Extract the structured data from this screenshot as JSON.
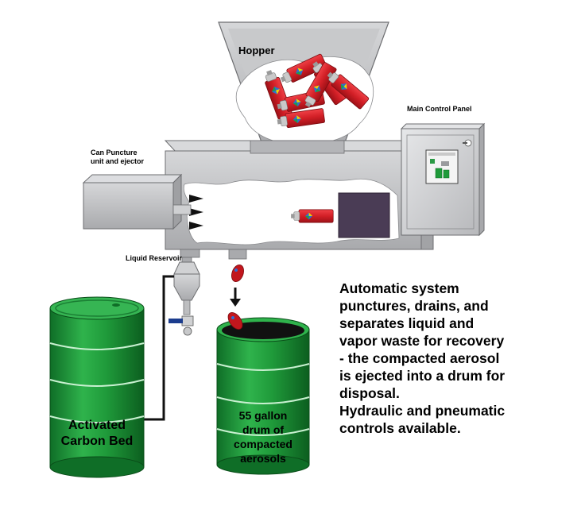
{
  "labels": {
    "hopper": "Hopper",
    "main_control_panel": "Main Control Panel",
    "can_puncture_line1": "Can Puncture",
    "can_puncture_line2": "unit and ejector",
    "liquid_reservoir": "Liquid Reservoir"
  },
  "carbon_bed": {
    "line1": "Activated",
    "line2": "Carbon Bed"
  },
  "collection_drum": {
    "line1": "55 gallon",
    "line2": "drum of",
    "line3": "compacted",
    "line4": "aerosols"
  },
  "description": {
    "lines": [
      "Automatic system",
      "punctures, drains, and",
      "separates liquid and",
      "vapor waste for recovery",
      "- the compacted aerosol",
      "is ejected into a drum for",
      "disposal.",
      "Hydraulic and pneumatic",
      "controls available."
    ]
  },
  "colors": {
    "machine_body": "#bfc0c2",
    "machine_dark": "#9a9b9e",
    "drum_green": "#1f9a3a",
    "drum_dark": "#0d6b24",
    "can_red": "#d9252b",
    "compactor_block": "#4a3c55",
    "spike": "#111111"
  },
  "icons": [
    "hopper",
    "aerosol-can",
    "puncture-spike",
    "control-panel",
    "reservoir",
    "valve",
    "arrow-down",
    "drum"
  ]
}
